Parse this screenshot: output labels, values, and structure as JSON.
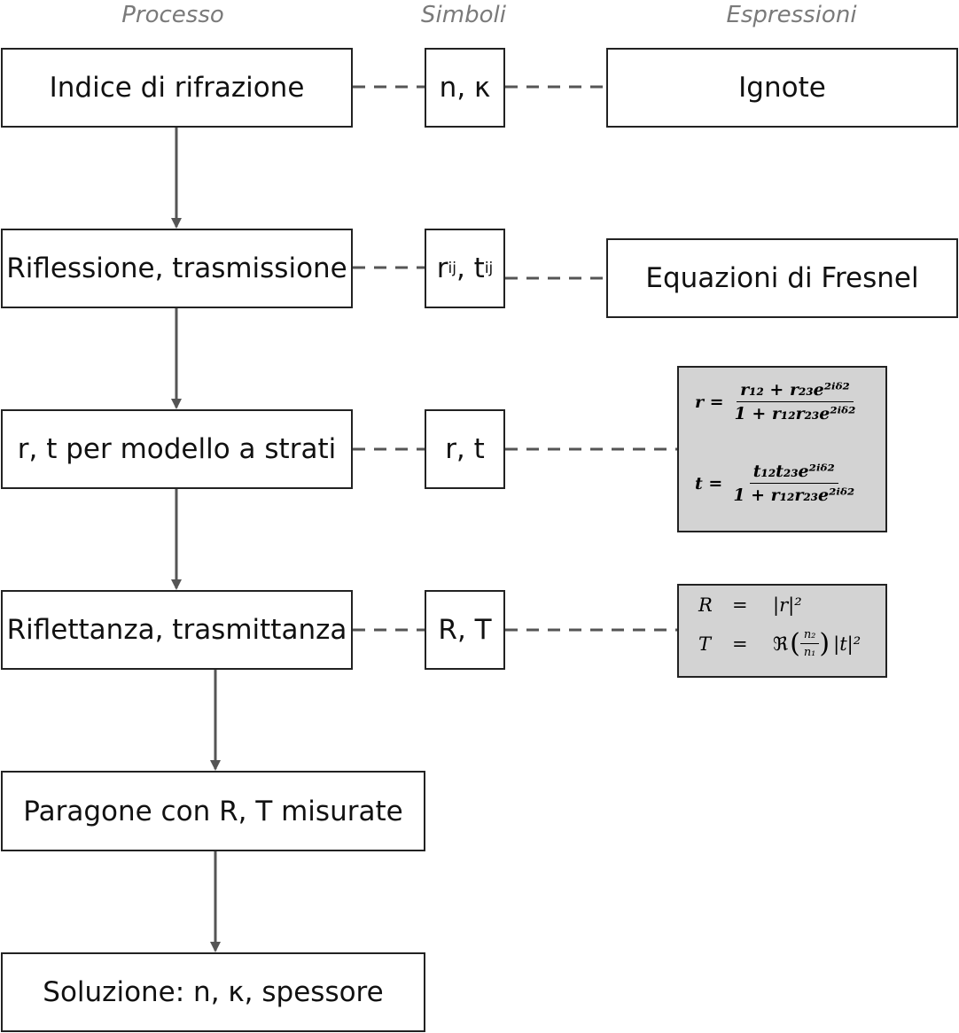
{
  "headers": {
    "process": "Processo",
    "symbols": "Simboli",
    "expressions": "Espressioni"
  },
  "process_steps": [
    "Indice di rifrazione",
    "Riflessione, trasmissione",
    "r, t per modello a strati",
    "Riflettanza, trasmittanza",
    "Paragone con R, T misurate",
    "Soluzione: n, κ, spessore"
  ],
  "symbols": {
    "s1": "n, κ",
    "s2_r": "r",
    "s2_sub": "ij",
    "s2_comma": ", ",
    "s2_t": "t",
    "s3": "r, t",
    "s4": "R, T"
  },
  "expressions": {
    "e1": "Ignote",
    "e2": "Equazioni di Fresnel"
  },
  "equations": {
    "r_lhs": "r =",
    "r_num": "r₁₂ + r₂₃e²ⁱᵟ²",
    "r_den": "1 + r₁₂r₂₃e²ⁱᵟ²",
    "t_lhs": "t =",
    "t_num": "t₁₂t₂₃e²ⁱᵟ²",
    "t_den": "1 + r₁₂r₂₃e²ⁱᵟ²",
    "R_lhs": "R",
    "eq_sign": "=",
    "R_rhs": "|r|²",
    "T_lhs": "T",
    "T_re": "ℜ",
    "T_n2": "n₂",
    "T_n1": "n₁",
    "T_abs": "|t|²"
  },
  "colors": {
    "border": "#222222",
    "connector": "#555555",
    "equation_fill": "#d3d3d3",
    "header_text": "#7a7a7a"
  }
}
